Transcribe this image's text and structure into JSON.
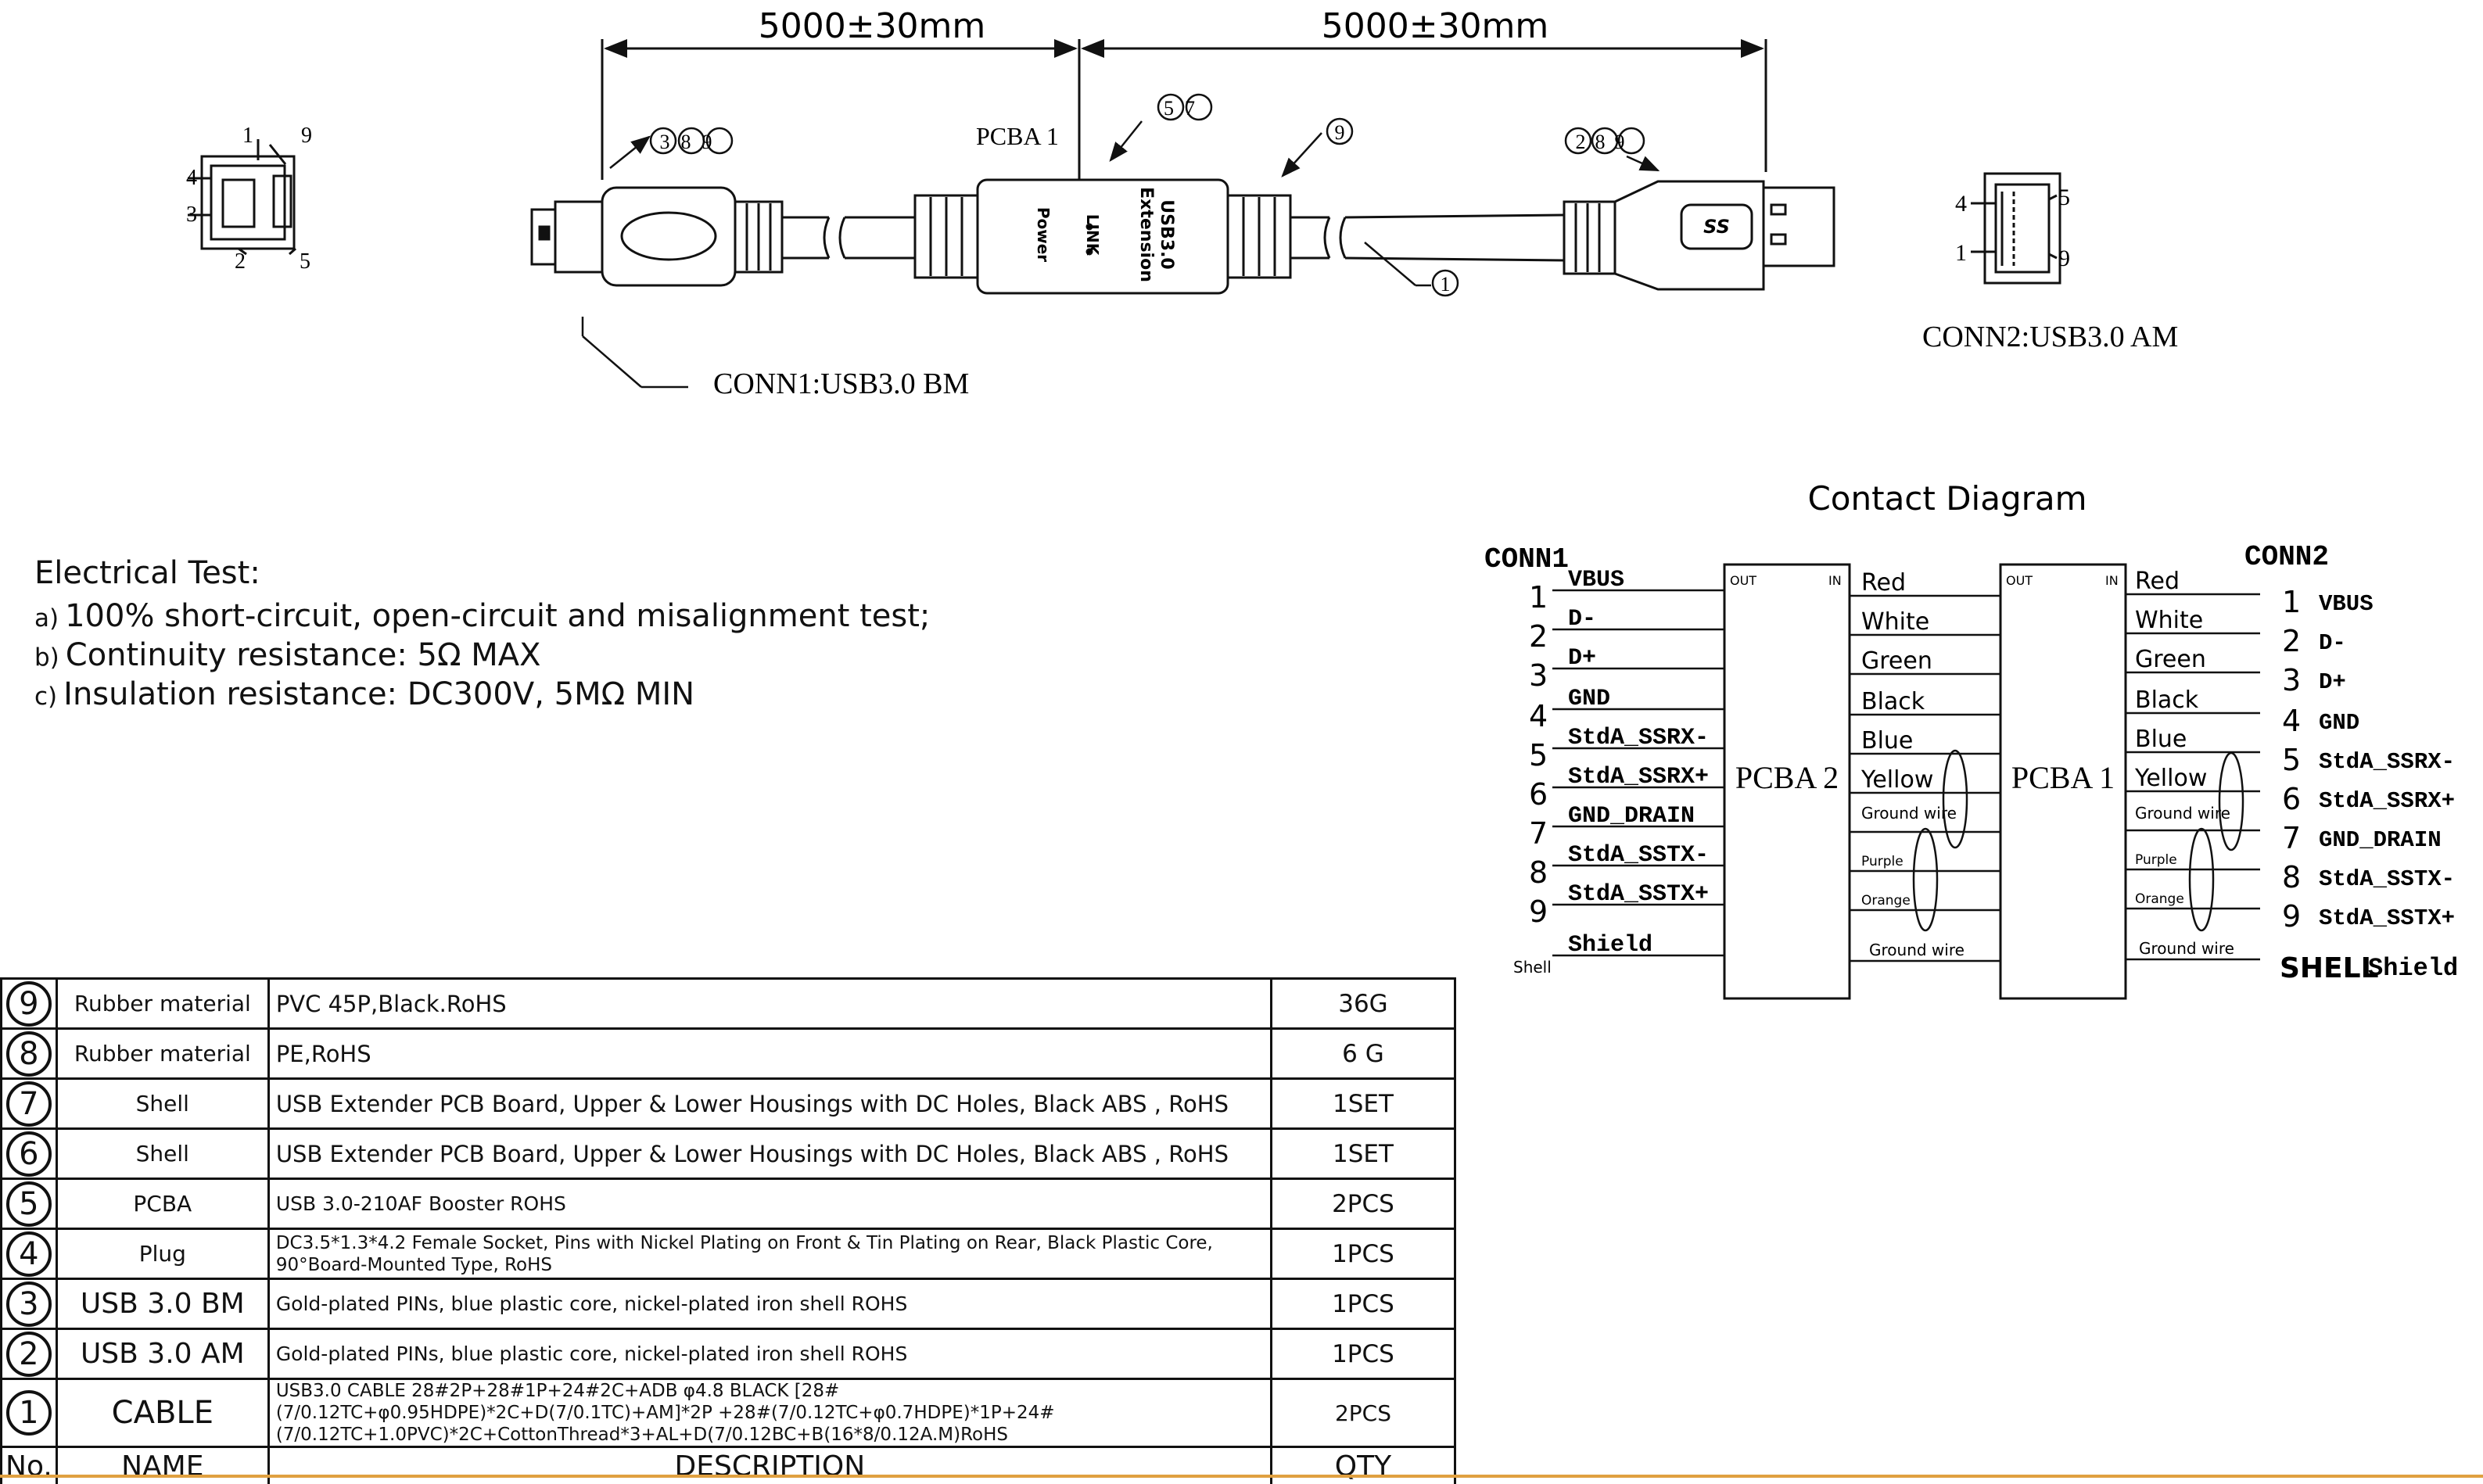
{
  "dimensions": {
    "left": "5000±30mm",
    "right": "5000±30mm"
  },
  "pcba_label": "PCBA 1",
  "extender_text": {
    "line1": "USB3.0",
    "line2": "Extension",
    "link": "LINK",
    "power": "Power"
  },
  "balloons": {
    "b1": "389",
    "b2": "57",
    "b3": "9",
    "b4": "289",
    "b5": "1"
  },
  "conn1": {
    "caption": "CONN1:USB3.0 BM",
    "pins": [
      "1",
      "9",
      "4",
      "3",
      "2",
      "5"
    ]
  },
  "conn2": {
    "caption": "CONN2:USB3.0 AM",
    "pins": [
      "4",
      "5",
      "1",
      "9"
    ]
  },
  "electrical_test": {
    "title": "Electrical Test:",
    "items": [
      {
        "prefix": "a)",
        "text": "100% short-circuit, open-circuit and misalignment test;"
      },
      {
        "prefix": "b)",
        "text": "Continuity resistance: 5Ω MAX"
      },
      {
        "prefix": "c)",
        "text": "Insulation resistance: DC300V, 5MΩ MIN"
      }
    ]
  },
  "contact_diagram": {
    "title": "Contact Diagram",
    "conn1_label": "CONN1",
    "conn2_label": "CONN2",
    "pcba2_label": "PCBA 2",
    "pcba1_label": "PCBA 1",
    "port_out": "OUT",
    "port_in": "IN",
    "left_pins": [
      {
        "num": "1",
        "name": "VBUS"
      },
      {
        "num": "2",
        "name": "D-"
      },
      {
        "num": "3",
        "name": "D+"
      },
      {
        "num": "4",
        "name": "GND"
      },
      {
        "num": "5",
        "name": "StdA_SSRX-"
      },
      {
        "num": "6",
        "name": "StdA_SSRX+"
      },
      {
        "num": "7",
        "name": "GND_DRAIN"
      },
      {
        "num": "8",
        "name": "StdA_SSTX-"
      },
      {
        "num": "9",
        "name": "StdA_SSTX+"
      },
      {
        "num": "Shell",
        "name": "Shield"
      }
    ],
    "wires": [
      "Red",
      "White",
      "Green",
      "Black",
      "Blue",
      "Yellow",
      "Ground wire",
      "Purple",
      "Orange",
      "Ground wire"
    ],
    "right_pins": [
      {
        "num": "1",
        "name": "VBUS"
      },
      {
        "num": "2",
        "name": "D-"
      },
      {
        "num": "3",
        "name": "D+"
      },
      {
        "num": "4",
        "name": "GND"
      },
      {
        "num": "5",
        "name": "StdA_SSRX-"
      },
      {
        "num": "6",
        "name": "StdA_SSRX+"
      },
      {
        "num": "7",
        "name": "GND_DRAIN"
      },
      {
        "num": "8",
        "name": "StdA_SSTX-"
      },
      {
        "num": "9",
        "name": "StdA_SSTX+"
      },
      {
        "num": "SHELL",
        "name": "Shield"
      }
    ]
  },
  "bom": {
    "headers": {
      "no": "No.",
      "name": "NAME",
      "description": "DESCRIPTION",
      "qty": "QTY"
    },
    "rows": [
      {
        "no": "9",
        "name": "Rubber material",
        "description": "PVC 45P,Black.RoHS",
        "qty": "36G"
      },
      {
        "no": "8",
        "name": "Rubber material",
        "description": "PE,RoHS",
        "qty": "6 G"
      },
      {
        "no": "7",
        "name": "Shell",
        "description": "USB Extender PCB Board, Upper & Lower Housings with DC Holes, Black ABS , RoHS",
        "qty": "1SET"
      },
      {
        "no": "6",
        "name": "Shell",
        "description": "USB Extender PCB Board, Upper & Lower Housings with DC Holes, Black ABS , RoHS",
        "qty": "1SET"
      },
      {
        "no": "5",
        "name": "PCBA",
        "description": "USB 3.0-210AF Booster ROHS",
        "qty": "2PCS"
      },
      {
        "no": "4",
        "name": "Plug",
        "description": "DC3.5*1.3*4.2 Female Socket, Pins with Nickel Plating on Front & Tin Plating on Rear, Black Plastic Core, 90°Board-Mounted Type, RoHS",
        "qty": "1PCS"
      },
      {
        "no": "3",
        "name": "USB 3.0 BM",
        "description": "Gold-plated PINs, blue plastic core, nickel-plated iron shell ROHS",
        "qty": "1PCS"
      },
      {
        "no": "2",
        "name": "USB 3.0 AM",
        "description": "Gold-plated PINs, blue plastic core, nickel-plated iron shell ROHS",
        "qty": "1PCS"
      },
      {
        "no": "1",
        "name": "CABLE",
        "description": "USB3.0   CABLE   28#2P+28#1P+24#2C+ADB   φ4.8   BLACK   [28#(7/0.12TC+φ0.95HDPE)*2C+D(7/0.1TC)+AM]*2P +28#(7/0.12TC+φ0.7HDPE)*1P+24#(7/0.12TC+1.0PVC)*2C+CottonThread*3+AL+D(7/0.12BC+B(16*8/0.12A.M)RoHS",
        "qty": "2PCS"
      }
    ]
  }
}
